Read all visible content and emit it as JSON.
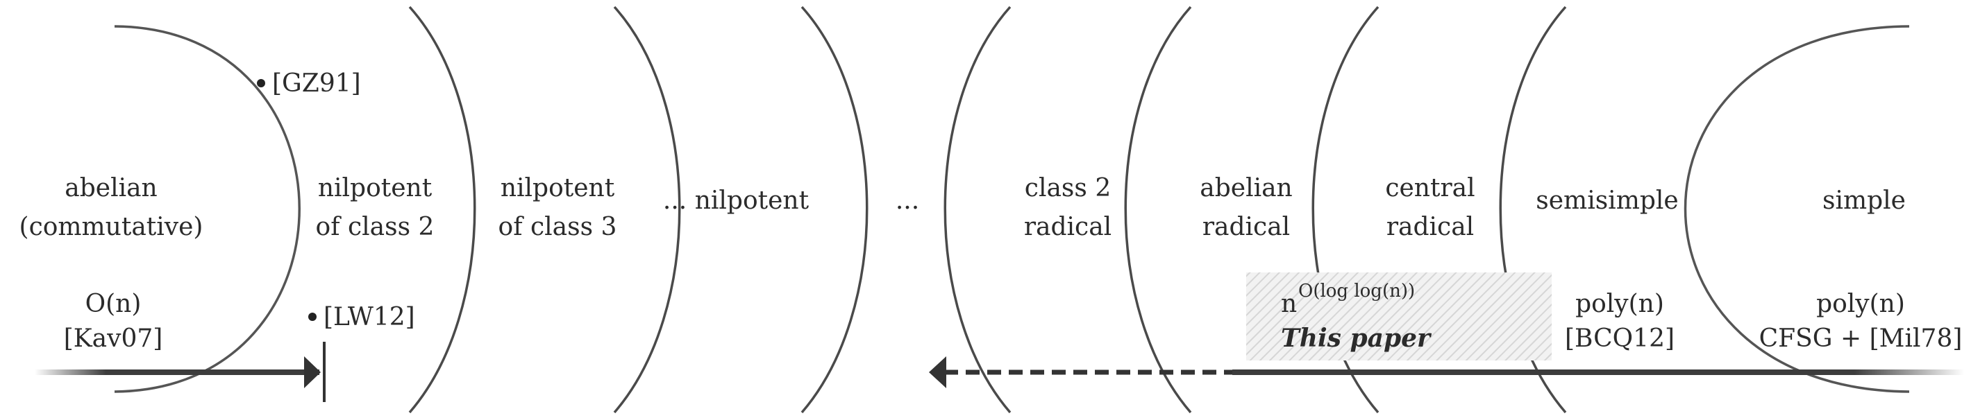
{
  "regions": [
    {
      "lines": [
        "abelian",
        "(commutative)"
      ]
    },
    {
      "lines": [
        "nilpotent",
        "of class 2"
      ]
    },
    {
      "lines": [
        "nilpotent",
        "of class 3"
      ]
    },
    {
      "lines": [
        "... nilpotent"
      ]
    },
    {
      "lines": [
        "..."
      ]
    },
    {
      "lines": [
        "class 2",
        "radical"
      ]
    },
    {
      "lines": [
        "abelian",
        "radical"
      ]
    },
    {
      "lines": [
        "central",
        "radical"
      ]
    },
    {
      "lines": [
        "semisimple"
      ]
    },
    {
      "lines": [
        "simple"
      ]
    }
  ],
  "results": {
    "abelian": {
      "bound": "O(n)",
      "citation": "[Kav07]"
    },
    "semisimple": {
      "bound": "poly(n)",
      "citation": "[BCQ12]"
    },
    "simple": {
      "bound": "poly(n)",
      "citation": "CFSG + [Mil78]"
    },
    "this_paper": {
      "bound_base": "n",
      "bound_exponent": "O(log log(n))",
      "label": "This paper"
    }
  },
  "points": {
    "gz91": "[GZ91]",
    "lw12": "[LW12]"
  },
  "colors": {
    "line": "#4a4a4a",
    "text": "#2b2b2b",
    "hatch": "#d9d9d9"
  }
}
